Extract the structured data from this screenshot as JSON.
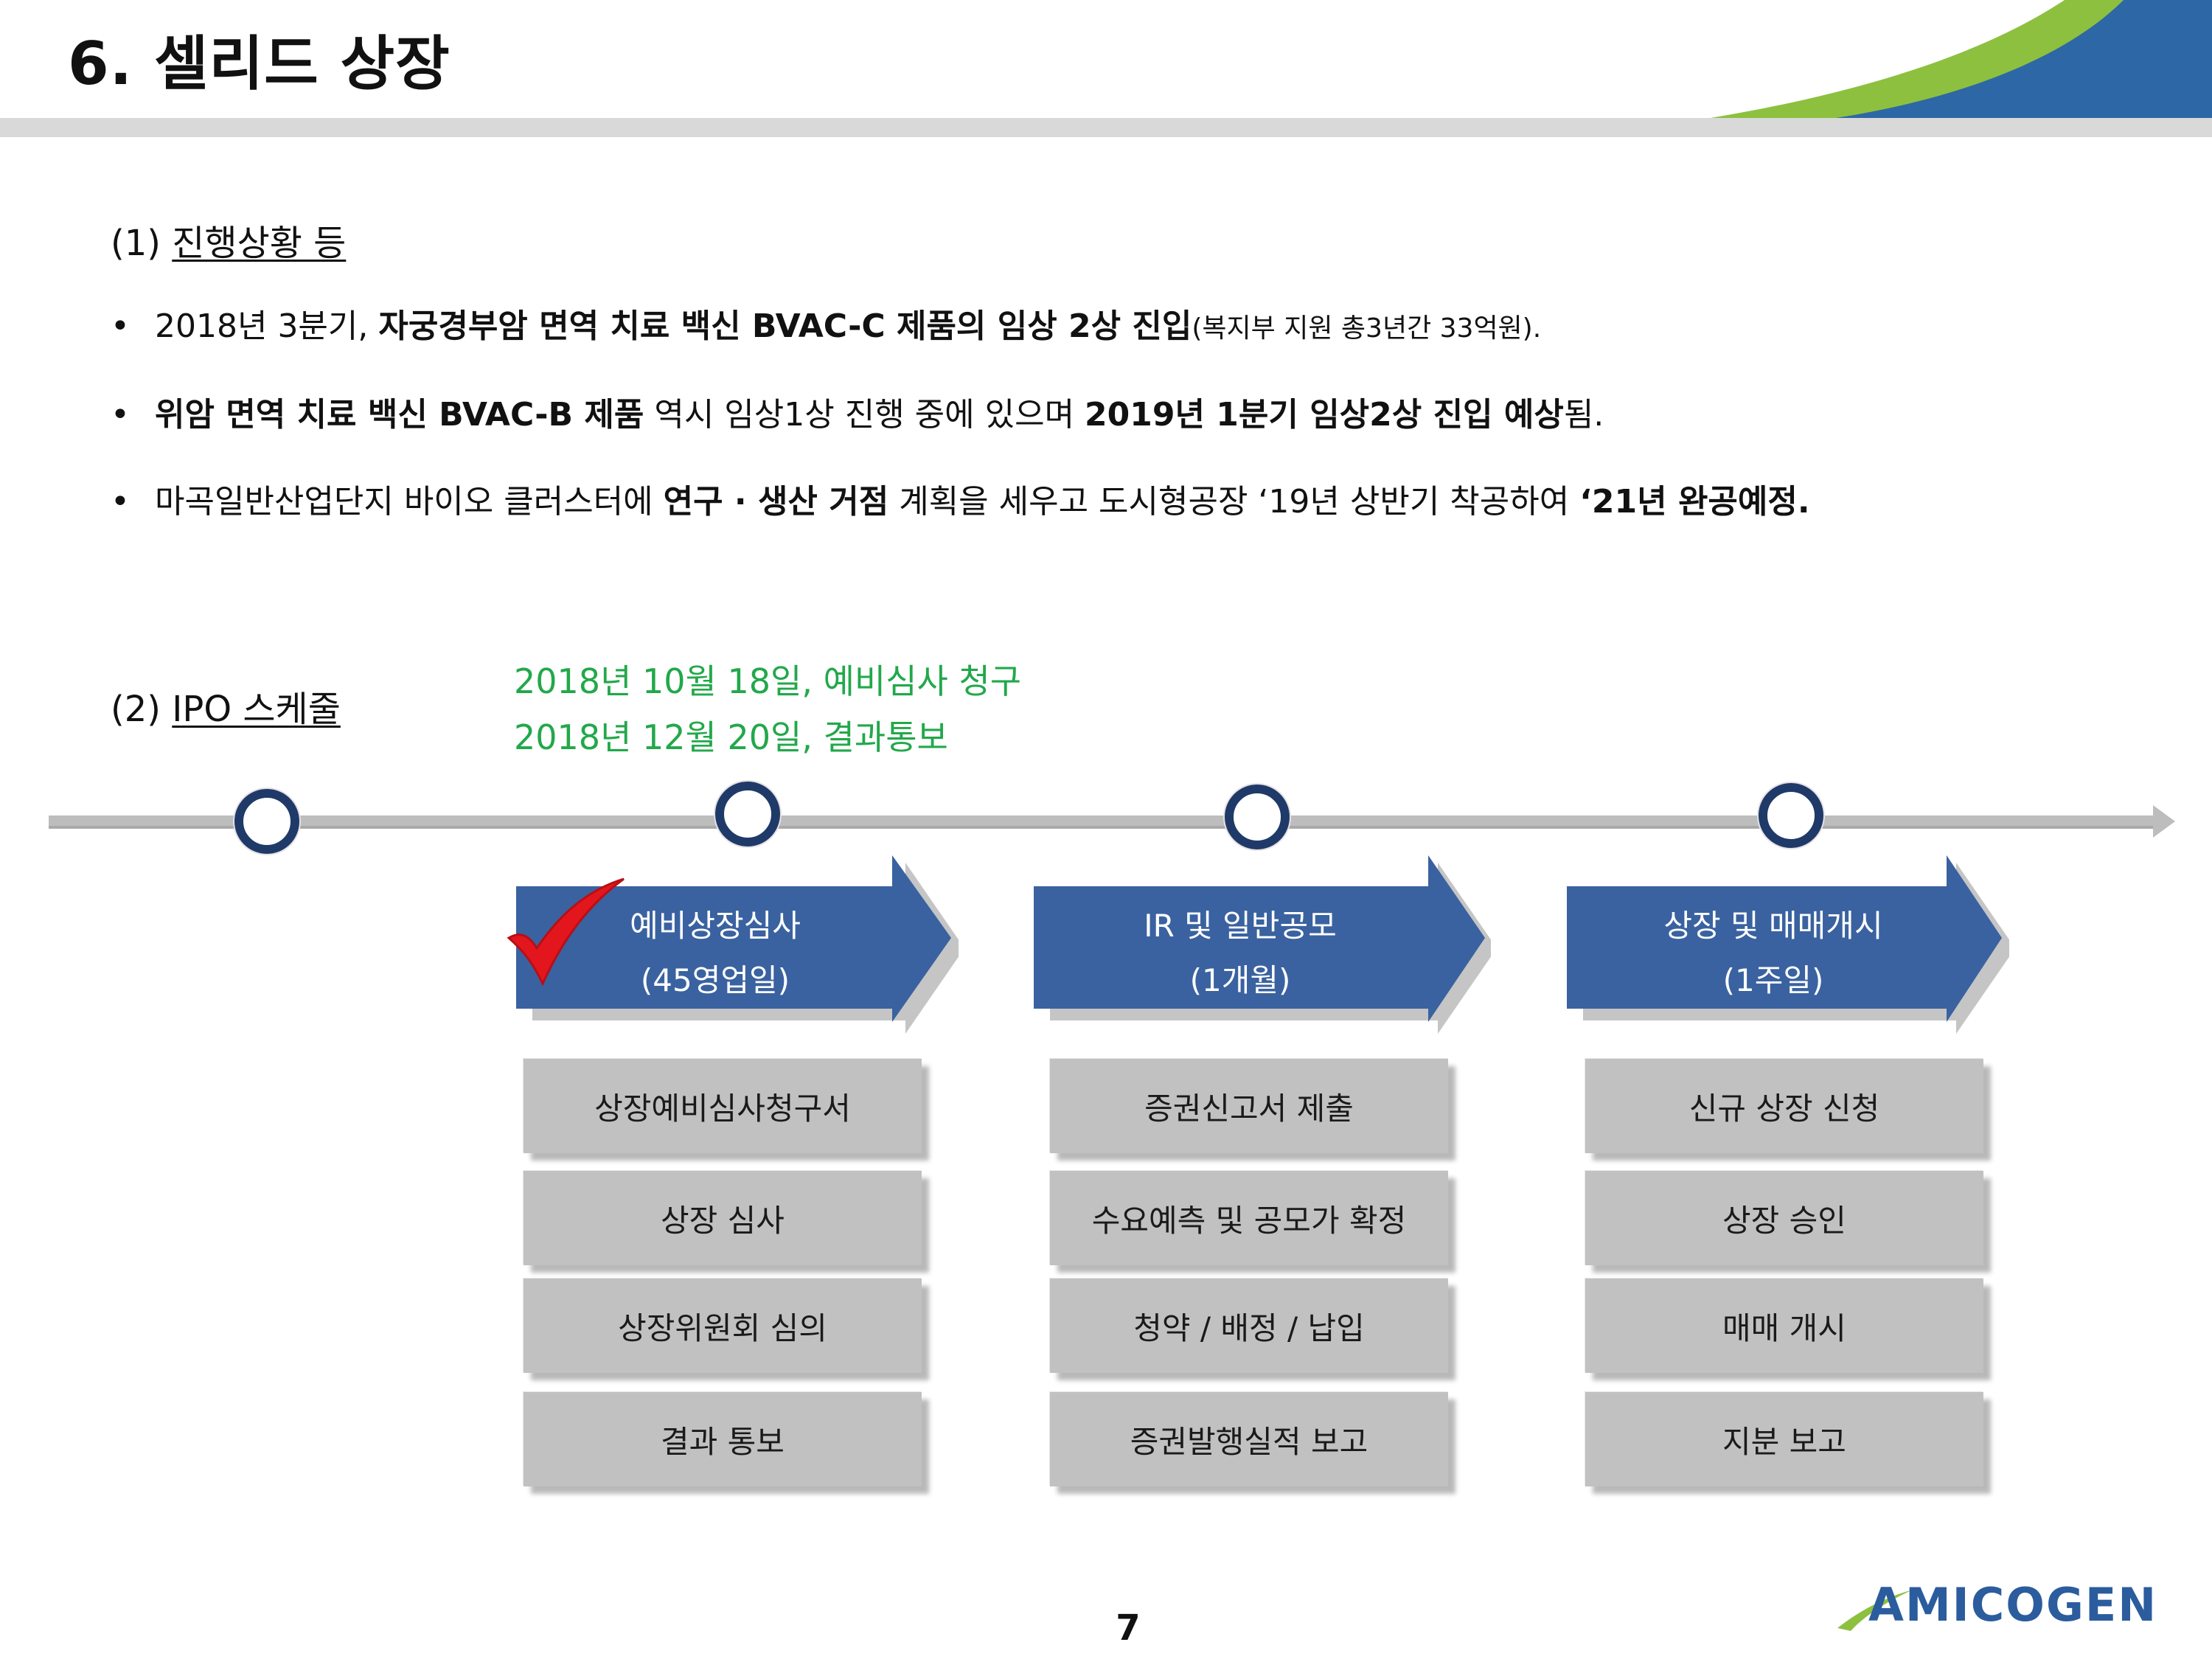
{
  "slide": {
    "title": "6. 셀리드 상장",
    "page_number": "7",
    "logo_text": "AMICOGEN"
  },
  "section1": {
    "heading_prefix": "(1) ",
    "heading": "진행상황 등",
    "bullet_glyph": "•",
    "bullets": [
      {
        "parts": [
          {
            "text": "2018년 3분기, ",
            "style": "normal"
          },
          {
            "text": "자궁경부암 면역 치료 백신 BVAC-C 제품의 임상 2상 진입",
            "style": "bold"
          },
          {
            "text": "(복지부 지원 총3년간 33억원).",
            "style": "small"
          }
        ]
      },
      {
        "parts": [
          {
            "text": "위암 면역 치료 백신 BVAC-B 제품",
            "style": "bold"
          },
          {
            "text": " 역시 임상1상 진행 중에 있으며 ",
            "style": "normal"
          },
          {
            "text": "2019년 1분기 임상2상 진입 예상",
            "style": "bold"
          },
          {
            "text": "됨.",
            "style": "normal"
          }
        ]
      },
      {
        "parts": [
          {
            "text": "마곡일반산업단지 바이오 클러스터에  ",
            "style": "normal"
          },
          {
            "text": "연구 · 생산 거점",
            "style": "bold"
          },
          {
            "text": " 계획을 세우고 도시형공장 ‘19년 상반기 착공하여 ",
            "style": "normal"
          },
          {
            "text": "‘21년 완공예정.",
            "style": "bold"
          }
        ]
      }
    ]
  },
  "section2": {
    "heading_prefix": "(2) ",
    "heading": "IPO 스케줄",
    "notes": [
      "2018년 10월 18일, 예비심사 청구",
      "2018년 12월 20일, 결과통보"
    ]
  },
  "colors": {
    "arrow_blue": "#3a62a0",
    "box_gray": "#c1c1c1",
    "timeline_gray": "#bdbdbd",
    "node_ring": "#1f3a68",
    "note_green": "#22a84a",
    "check_red": "#e3161e",
    "header_green": "#8dc03f",
    "header_blue": "#2e67a6"
  },
  "stages": [
    {
      "title": "예비상장심사",
      "duration": "(45영업일)",
      "checked": true,
      "steps": [
        "상장예비심사청구서",
        "상장 심사",
        "상장위원회 심의",
        "결과 통보"
      ]
    },
    {
      "title": "IR 및 일반공모",
      "duration": "(1개월)",
      "checked": false,
      "steps": [
        "증권신고서 제출",
        "수요예측 및 공모가 확정",
        "청약 / 배정 / 납입",
        "증권발행실적 보고"
      ]
    },
    {
      "title": "상장 및 매매개시",
      "duration": "(1주일)",
      "checked": false,
      "steps": [
        "신규 상장 신청",
        "상장 승인",
        "매매 개시",
        "지분 보고"
      ]
    }
  ],
  "icons": {
    "check": "check-mark-icon",
    "timeline_node": "timeline-node-icon",
    "logo": "amicogen-logo"
  }
}
